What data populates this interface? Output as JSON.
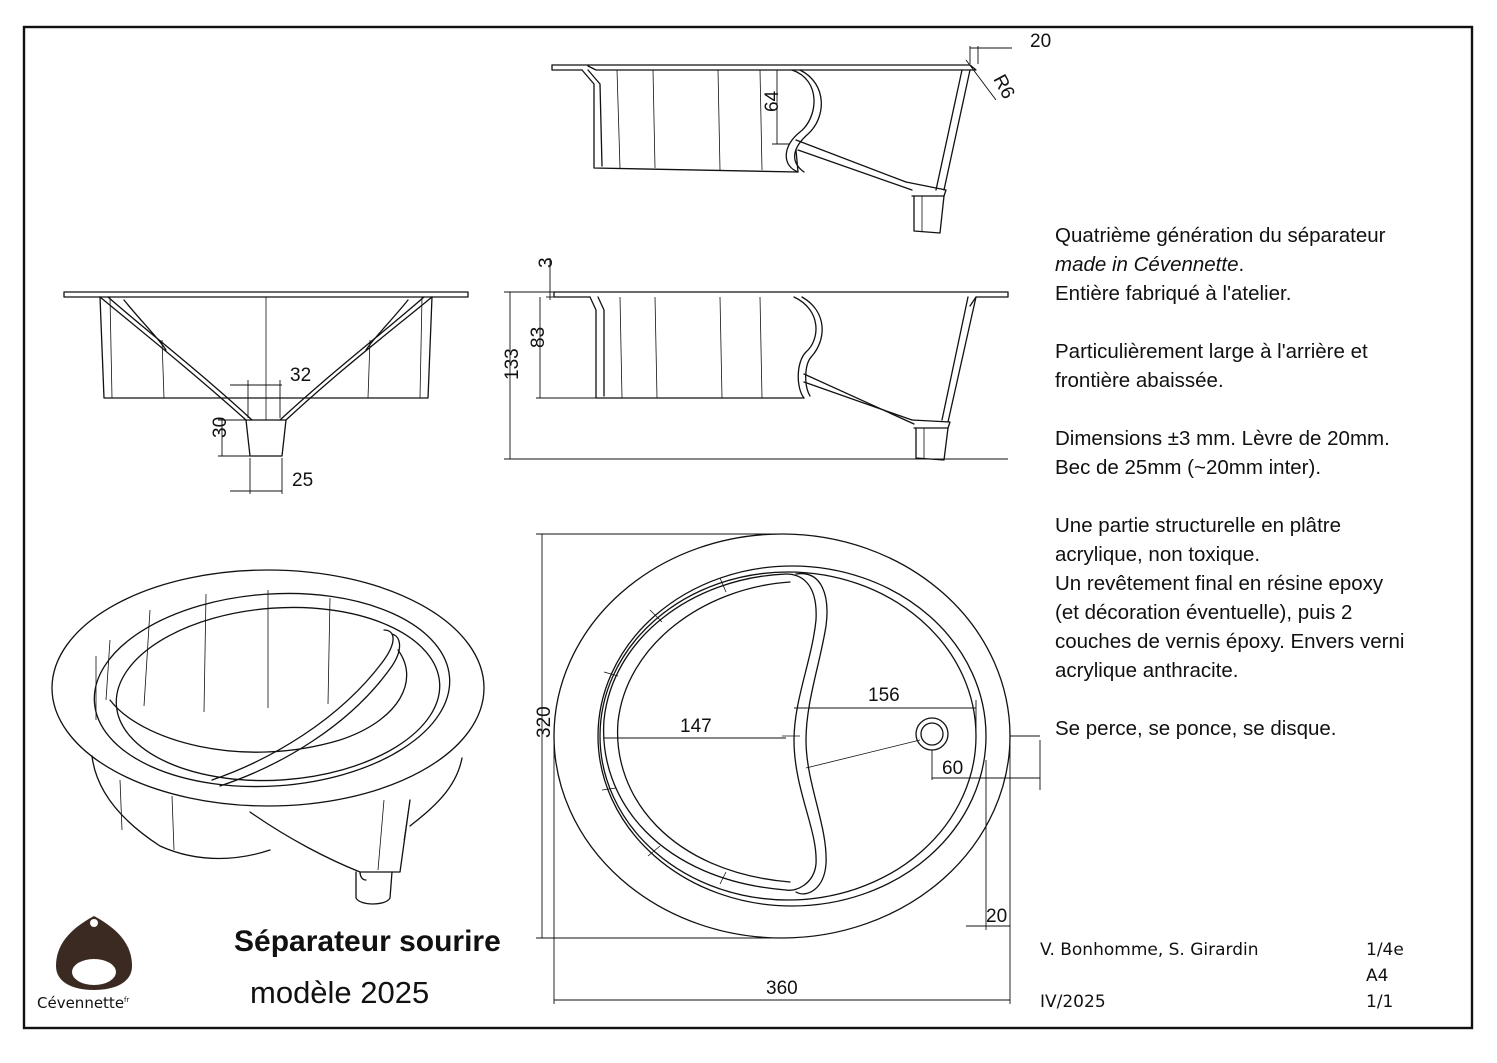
{
  "dimensions": {
    "lip_width_top": "20",
    "radius_top": "R6",
    "height_top": "64",
    "spout_width": "32",
    "spout_height": "30",
    "spout_bottom": "25",
    "lip_thickness": "3",
    "inner_depth": "83",
    "overall_height": "133",
    "plan_depth": "320",
    "distance_147": "147",
    "distance_156": "156",
    "drain_offset": "60",
    "lip_width_plan": "20",
    "plan_width": "360"
  },
  "notes": {
    "line1": "Quatrième génération du séparateur",
    "line2": "made in Cévennette",
    "line2_end": ".",
    "line3": "Entière fabriqué à l'atelier.",
    "p2_line1": "Particulièrement large à l'arrière et",
    "p2_line2": "frontière abaissée.",
    "p3_line1": "Dimensions  ±3 mm. Lèvre de 20mm.",
    "p3_line2": "Bec de 25mm (~20mm inter).",
    "p4_line1": "Une partie structurelle en plâtre",
    "p4_line2": "acrylique, non toxique.",
    "p4_line3": "Un revêtement final en résine epoxy",
    "p4_line4": "(et décoration éventuelle), puis 2",
    "p4_line5": "couches de vernis époxy. Envers verni",
    "p4_line6": "acrylique anthracite.",
    "p5_line1": "Se perce, se ponce, se disque."
  },
  "title": {
    "line1": "Séparateur sourire",
    "line2": "modèle 2025"
  },
  "title_block": {
    "authors": "V. Bonhomme, S. Girardin",
    "date": "IV/2025",
    "scale": "1/4e",
    "format": "A4",
    "sheet": "1/1"
  },
  "logo": {
    "name": "Cévennette",
    "suffix": "fr",
    "icon": "chestnut-icon"
  }
}
